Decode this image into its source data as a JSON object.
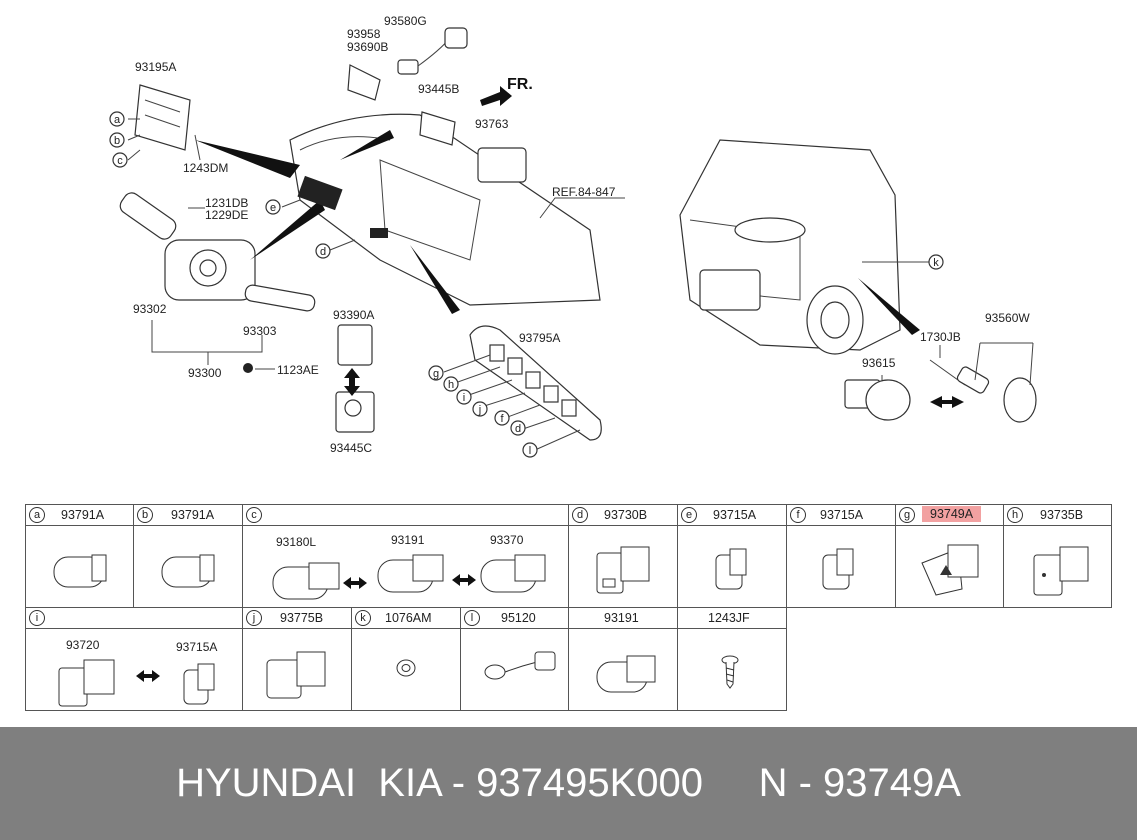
{
  "diagram_labels": {
    "p93195A": "93195A",
    "p1243DM": "1243DM",
    "p93958": "93958",
    "p93690B": "93690B",
    "p93580G": "93580G",
    "p93445B": "93445B",
    "fr": "FR.",
    "p93763": "93763",
    "ref": "REF.84-847",
    "p1231DB": "1231DB",
    "p1229DE": "1229DE",
    "p93302": "93302",
    "p93303": "93303",
    "p93300": "93300",
    "p1123AE": "1123AE",
    "p93390A": "93390A",
    "p93445C": "93445C",
    "p93795A": "93795A",
    "p1730JB": "1730JB",
    "p93560W": "93560W",
    "p93615": "93615"
  },
  "callouts": [
    "a",
    "b",
    "c",
    "d",
    "e",
    "f",
    "g",
    "h",
    "i",
    "j",
    "k",
    "l"
  ],
  "table": {
    "a": {
      "letter": "a",
      "code": "93791A"
    },
    "b": {
      "letter": "b",
      "code": "93791A"
    },
    "c": {
      "letter": "c",
      "sub1": "93180L",
      "sub2": "93191",
      "sub3": "93370"
    },
    "d": {
      "letter": "d",
      "code": "93730B"
    },
    "e": {
      "letter": "e",
      "code": "93715A"
    },
    "f": {
      "letter": "f",
      "code": "93715A"
    },
    "g": {
      "letter": "g",
      "code": "93749A"
    },
    "h": {
      "letter": "h",
      "code": "93735B"
    },
    "i": {
      "letter": "i",
      "sub1": "93720",
      "sub2": "93715A"
    },
    "j": {
      "letter": "j",
      "code": "93775B"
    },
    "k": {
      "letter": "k",
      "code": "1076AM"
    },
    "l": {
      "letter": "l",
      "code": "95120"
    },
    "m": {
      "code": "93191"
    },
    "n": {
      "code": "1243JF"
    }
  },
  "footer": {
    "brand": "HYUNDAI  KIA - 937495K000     N - 93749A"
  },
  "colors": {
    "highlight": "#f2a1a1",
    "footer_bg": "#7f7f7f"
  }
}
